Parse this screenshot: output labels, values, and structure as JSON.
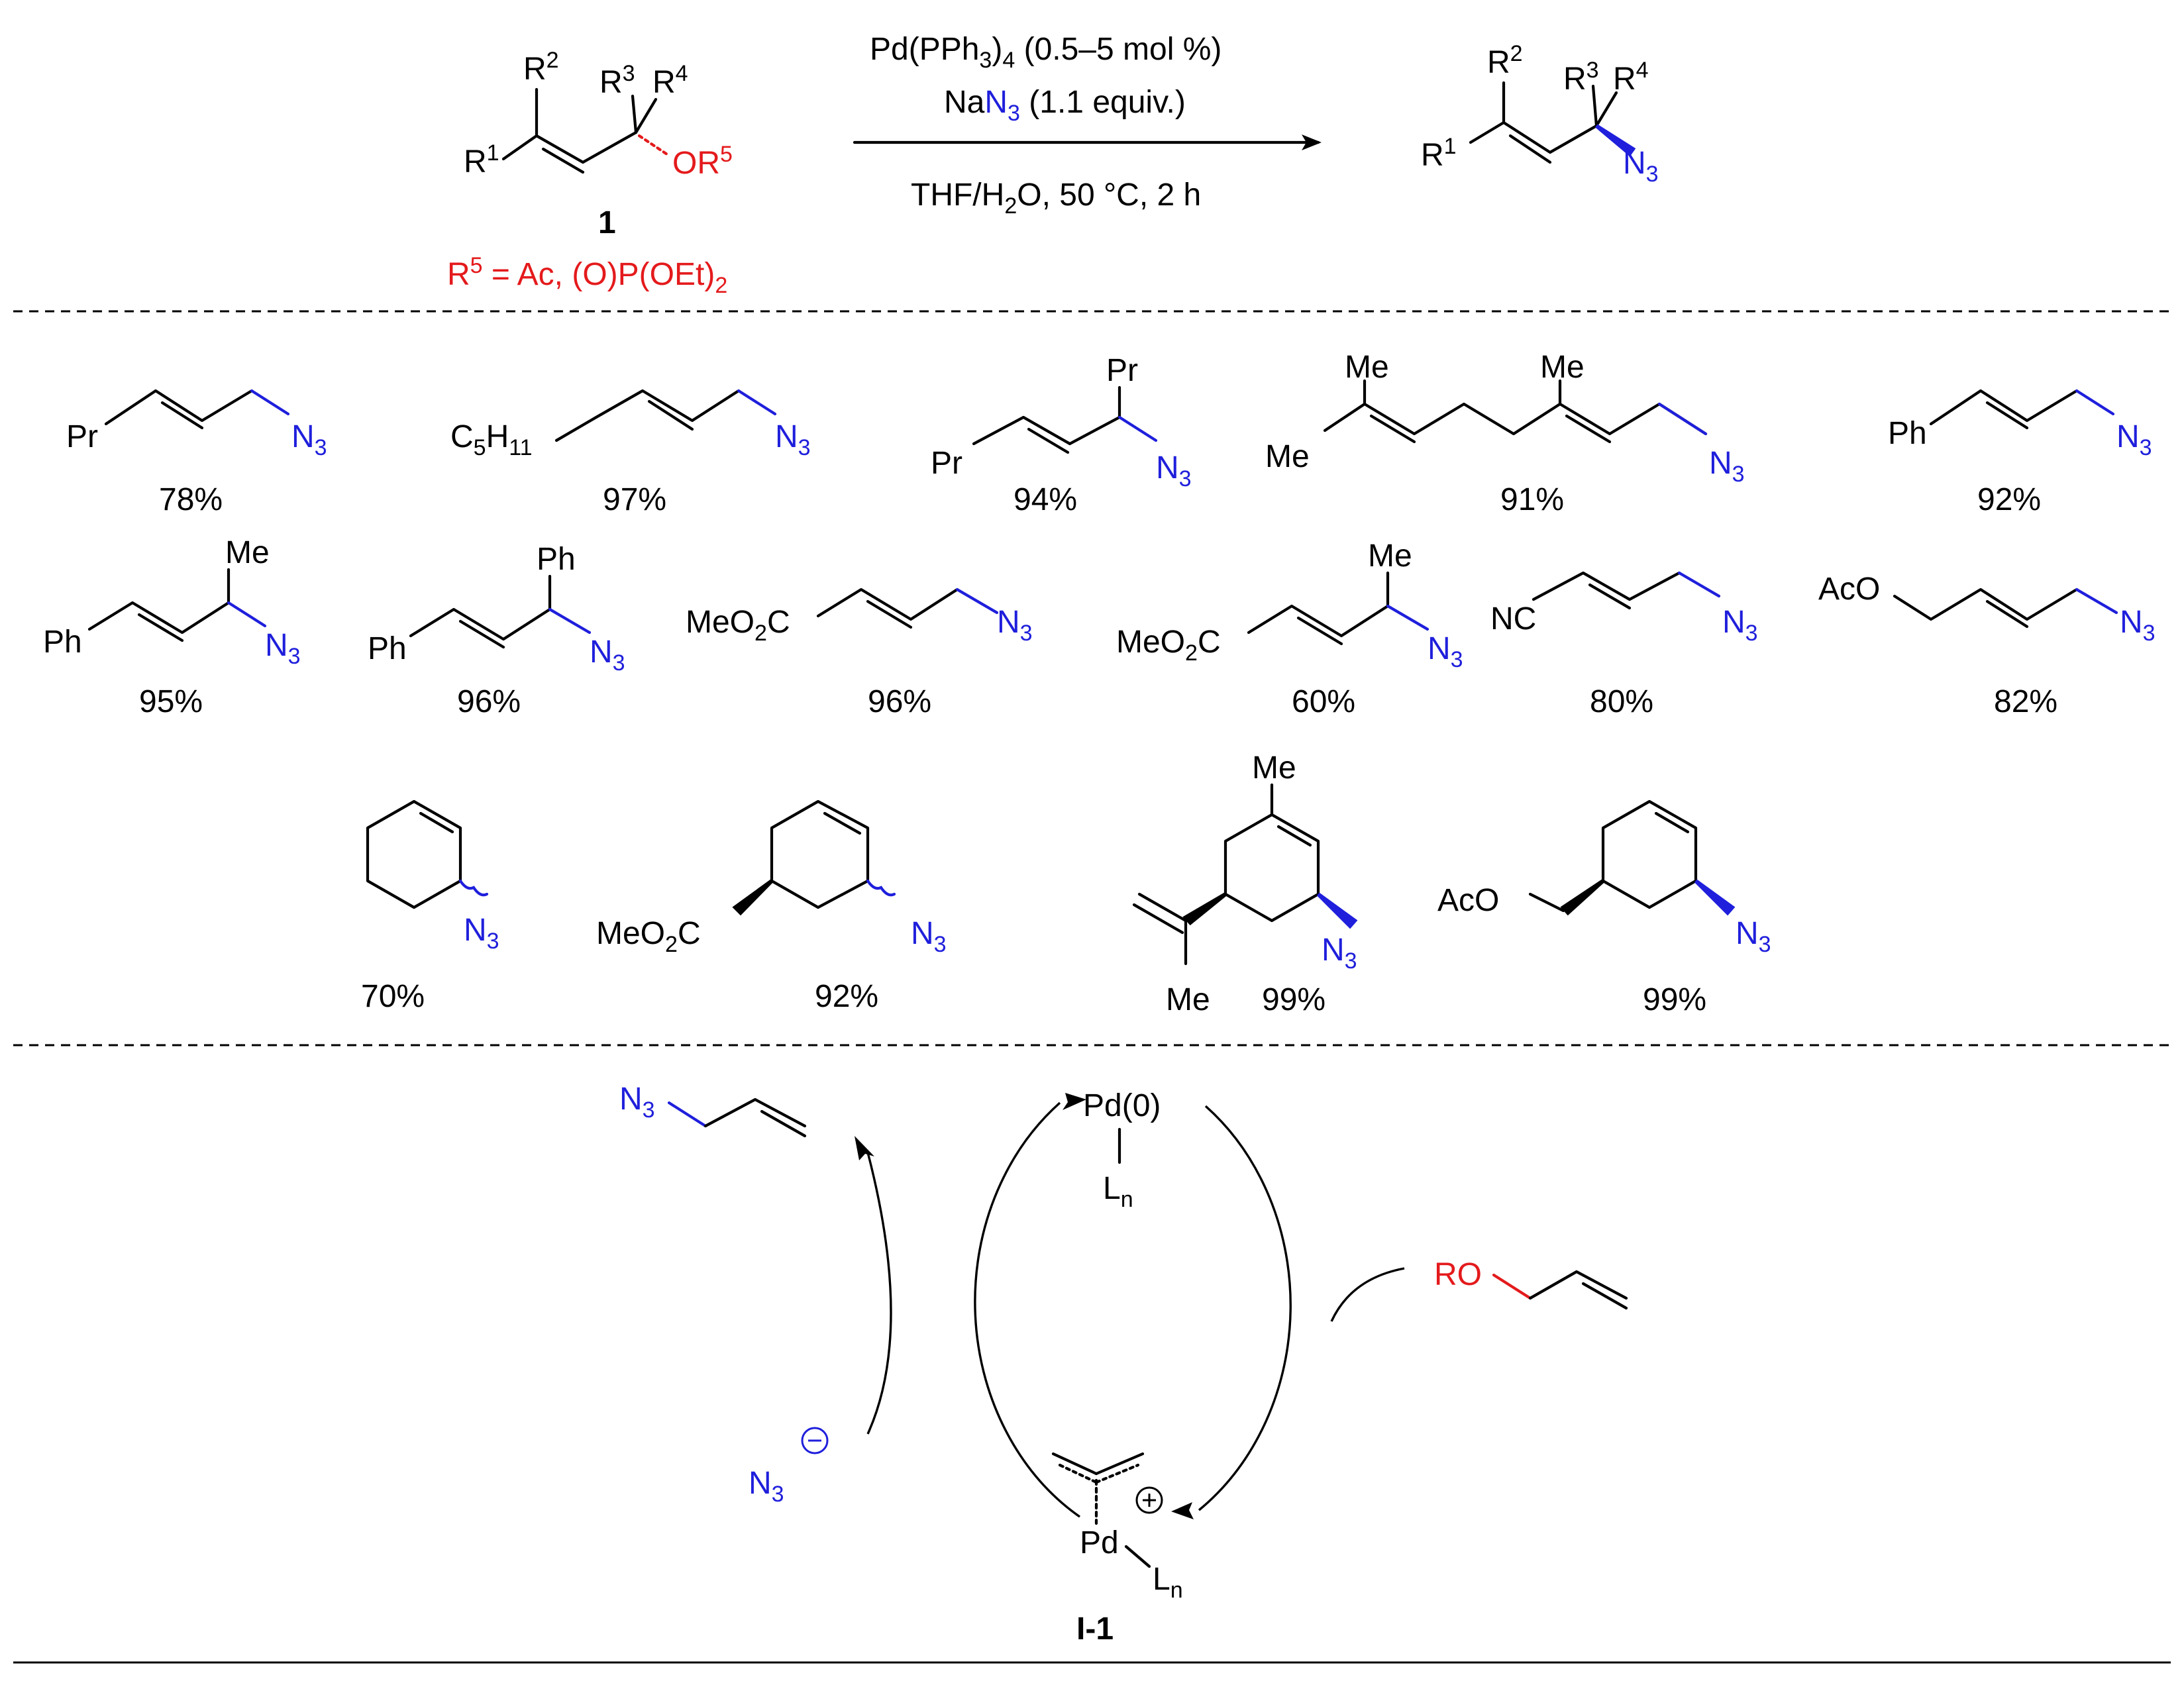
{
  "reaction": {
    "compound_label": "1",
    "r5_definition": "R5 = Ac, (O)P(OEt)2",
    "conditions": {
      "catalyst": "Pd(PPh3)4 (0.5–5 mol %)",
      "reagent": "NaN3 (1.1 equiv.)",
      "solvent_temp_time": "THF/H2O, 50 °C, 2 h"
    },
    "substituents": [
      "R1",
      "R2",
      "R3",
      "R4",
      "OR5",
      "N3"
    ]
  },
  "scope": {
    "yields": [
      "78%",
      "97%",
      "94%",
      "91%",
      "92%",
      "95%",
      "96%",
      "96%",
      "60%",
      "80%",
      "82%",
      "70%",
      "92%",
      "99%",
      "99%"
    ]
  },
  "mechanism": {
    "catalyst": "Pd(0)",
    "ligand": "Ln",
    "intermediate_label": "I-1",
    "nucleophile": "N3",
    "substrate_group": "RO",
    "product_group": "N3"
  },
  "colors": {
    "leaving_group": "#e41a1c",
    "azide": "#1f1fdc"
  }
}
